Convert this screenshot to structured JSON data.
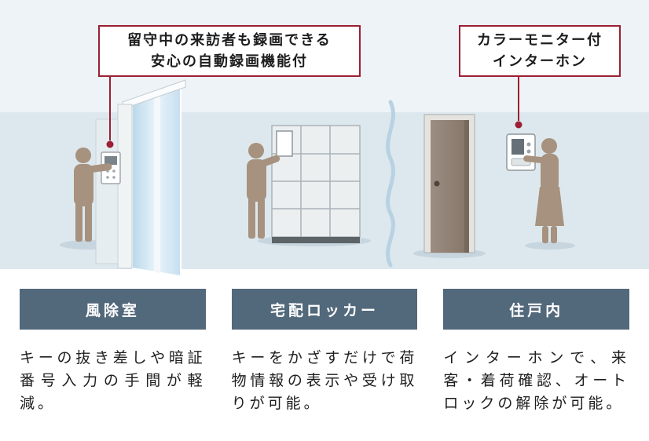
{
  "callouts": {
    "auto_record": {
      "line1": "留守中の来訪者も録画できる",
      "line2": "安心の自動録画機能付"
    },
    "monitor": {
      "line1": "カラーモニター付",
      "line2": "インターホン"
    }
  },
  "sections": {
    "vestibule": {
      "title": "風除室",
      "description": "キーの抜き差しや暗証番号入力の手間が軽減。"
    },
    "locker": {
      "title": "宅配ロッカー",
      "description": "キーをかざすだけで荷物情報の表示や受け取りが可能。"
    },
    "unit": {
      "title": "住戸内",
      "description": "インターホンで、来客・着荷確認、オートロックの解除が可能。"
    }
  },
  "illustration": {
    "items": [
      "glass-entrance",
      "key-reader-panel",
      "delivery-locker",
      "wall-break-line",
      "entrance-door",
      "wall-intercom"
    ],
    "figures": [
      "person-at-key-reader",
      "person-at-locker",
      "person-with-intercom"
    ]
  },
  "colors": {
    "accent_red": "#9c1f33",
    "header_bg": "#52687b",
    "band_bg": "#dde8ee",
    "page_top_bg": "#eef3f7",
    "silhouette": "#a6927e"
  }
}
